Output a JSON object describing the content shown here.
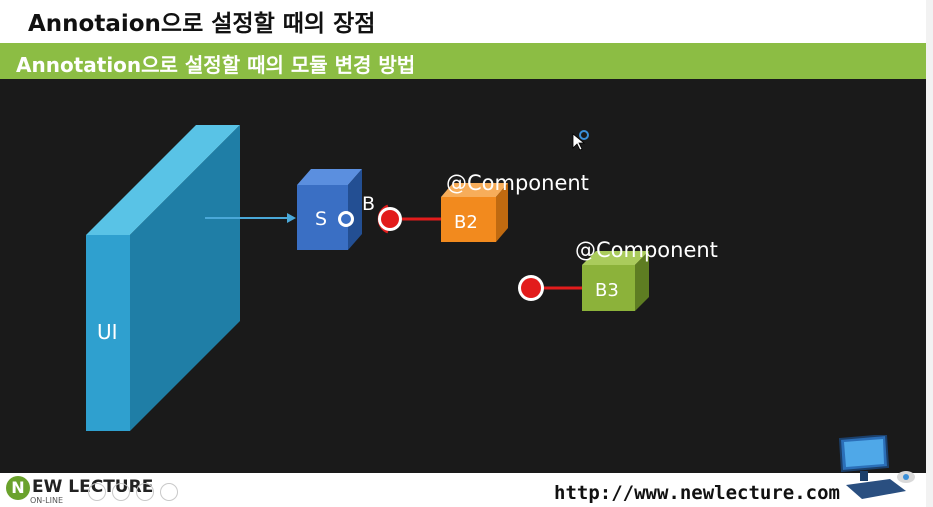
{
  "header": {
    "title": "Annotaion으로 설정할 때의 장점",
    "subtitle": "Annotation으로 설정할 때의 모듈 변경 방법"
  },
  "diagram": {
    "ui_label": "UI",
    "service_label": "S",
    "b_label": "B",
    "b2_label": "B2",
    "b3_label": "B3",
    "component_annotation_1": "@Component",
    "component_annotation_2": "@Component"
  },
  "footer": {
    "logo_letter": "N",
    "logo_text": "EW LECTURE",
    "logo_subtext": "ON-LINE",
    "url": "http://www.newlecture.com"
  },
  "colors": {
    "accent_green": "#8cbd44",
    "ui_panel": "#2fa0cf",
    "service_cube": "#3a6fc4",
    "b2_cube": "#f28a1e",
    "b3_cube": "#8cb23a",
    "connector_red": "#e21c1c"
  }
}
